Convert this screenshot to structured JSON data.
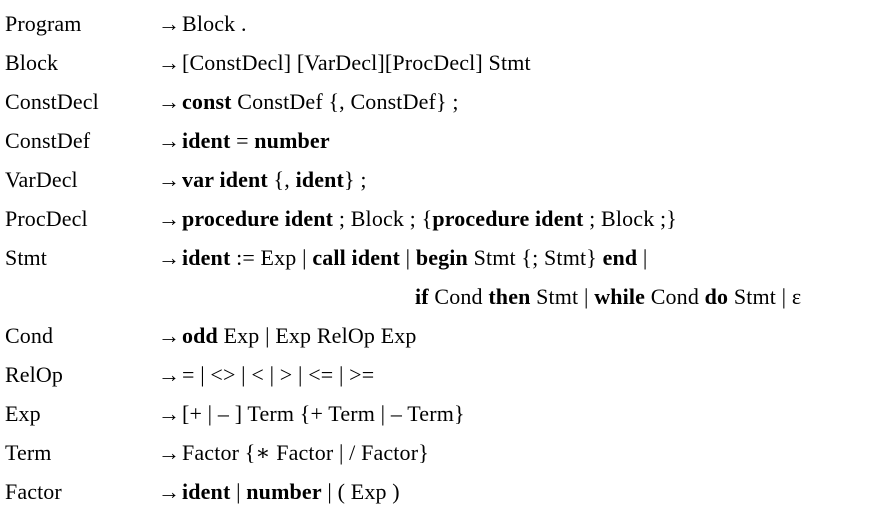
{
  "document": {
    "kind": "grammar-listing",
    "language": "PL/0",
    "notation": "EBNF",
    "arrow_glyph": "→",
    "epsilon_glyph": "ε",
    "text_color": "#000000",
    "background_color": "#ffffff"
  },
  "rules": [
    {
      "lhs": "Program",
      "arrow": "→",
      "rhs_plain": "Block .",
      "rhs_tokens": [
        {
          "t": "Block .",
          "b": false
        }
      ],
      "continuation": null
    },
    {
      "lhs": "Block",
      "arrow": "→",
      "rhs_plain": "[ConstDecl] [VarDecl][ProcDecl] Stmt",
      "rhs_tokens": [
        {
          "t": "[ConstDecl] [VarDecl][ProcDecl] Stmt",
          "b": false
        }
      ],
      "continuation": null
    },
    {
      "lhs": "ConstDecl",
      "arrow": "→",
      "rhs_plain": "const ConstDef {, ConstDef} ;",
      "rhs_tokens": [
        {
          "t": "const",
          "b": true
        },
        {
          "t": " ConstDef {, ConstDef} ;",
          "b": false
        }
      ],
      "continuation": null
    },
    {
      "lhs": "ConstDef",
      "arrow": "→",
      "rhs_plain": "ident = number",
      "rhs_tokens": [
        {
          "t": "ident",
          "b": true
        },
        {
          "t": " = ",
          "b": false
        },
        {
          "t": "number",
          "b": true
        }
      ],
      "continuation": null
    },
    {
      "lhs": "VarDecl",
      "arrow": "→",
      "rhs_plain": "var ident {, ident} ;",
      "rhs_tokens": [
        {
          "t": "var ident",
          "b": true
        },
        {
          "t": " {, ",
          "b": false
        },
        {
          "t": "ident",
          "b": true
        },
        {
          "t": "} ;",
          "b": false
        }
      ],
      "continuation": null
    },
    {
      "lhs": "ProcDecl",
      "arrow": "→",
      "rhs_plain": "procedure ident ; Block ; {procedure ident ; Block ;}",
      "rhs_tokens": [
        {
          "t": "procedure ident",
          "b": true
        },
        {
          "t": " ; Block ; {",
          "b": false
        },
        {
          "t": "procedure ident",
          "b": true
        },
        {
          "t": " ; Block ;}",
          "b": false
        }
      ],
      "continuation": null
    },
    {
      "lhs": "Stmt",
      "arrow": "→",
      "rhs_plain": "ident := Exp | call ident | begin Stmt {; Stmt} end |",
      "rhs_tokens": [
        {
          "t": "ident",
          "b": true
        },
        {
          "t": " := Exp | ",
          "b": false
        },
        {
          "t": "call ident",
          "b": true
        },
        {
          "t": " | ",
          "b": false
        },
        {
          "t": "begin",
          "b": true
        },
        {
          "t": " Stmt {; Stmt} ",
          "b": false
        },
        {
          "t": "end",
          "b": true
        },
        {
          "t": " |",
          "b": false
        }
      ],
      "continuation": {
        "plain": "if Cond then Stmt | while Cond do Stmt | ε",
        "tokens": [
          {
            "t": "if",
            "b": true
          },
          {
            "t": " Cond ",
            "b": false
          },
          {
            "t": "then",
            "b": true
          },
          {
            "t": " Stmt | ",
            "b": false
          },
          {
            "t": "while",
            "b": true
          },
          {
            "t": " Cond ",
            "b": false
          },
          {
            "t": "do",
            "b": true
          },
          {
            "t": " Stmt | ε",
            "b": false
          }
        ]
      }
    },
    {
      "lhs": "Cond",
      "arrow": "→",
      "rhs_plain": "odd Exp | Exp RelOp Exp",
      "rhs_tokens": [
        {
          "t": "odd",
          "b": true
        },
        {
          "t": " Exp | Exp RelOp Exp",
          "b": false
        }
      ],
      "continuation": null
    },
    {
      "lhs": "RelOp",
      "arrow": "→",
      "rhs_plain": "= | <> | < | > | <= | >=",
      "rhs_tokens": [
        {
          "t": "= | <> | < | > | <= | >=",
          "b": false
        }
      ],
      "continuation": null
    },
    {
      "lhs": "Exp",
      "arrow": "→",
      "rhs_plain": "[+ | – ] Term {+ Term | – Term}",
      "rhs_tokens": [
        {
          "t": "[+ | – ] Term {+ Term | – Term}",
          "b": false
        }
      ],
      "continuation": null
    },
    {
      "lhs": "Term",
      "arrow": "→",
      "rhs_plain": "Factor {∗ Factor | / Factor}",
      "rhs_tokens": [
        {
          "t": "Factor {∗ Factor | / Factor}",
          "b": false
        }
      ],
      "continuation": null
    },
    {
      "lhs": "Factor",
      "arrow": "→",
      "rhs_plain": "ident | number | ( Exp )",
      "rhs_tokens": [
        {
          "t": "ident",
          "b": true
        },
        {
          "t": " | ",
          "b": false
        },
        {
          "t": "number",
          "b": true
        },
        {
          "t": " | ( Exp )",
          "b": false
        }
      ],
      "continuation": null
    }
  ]
}
